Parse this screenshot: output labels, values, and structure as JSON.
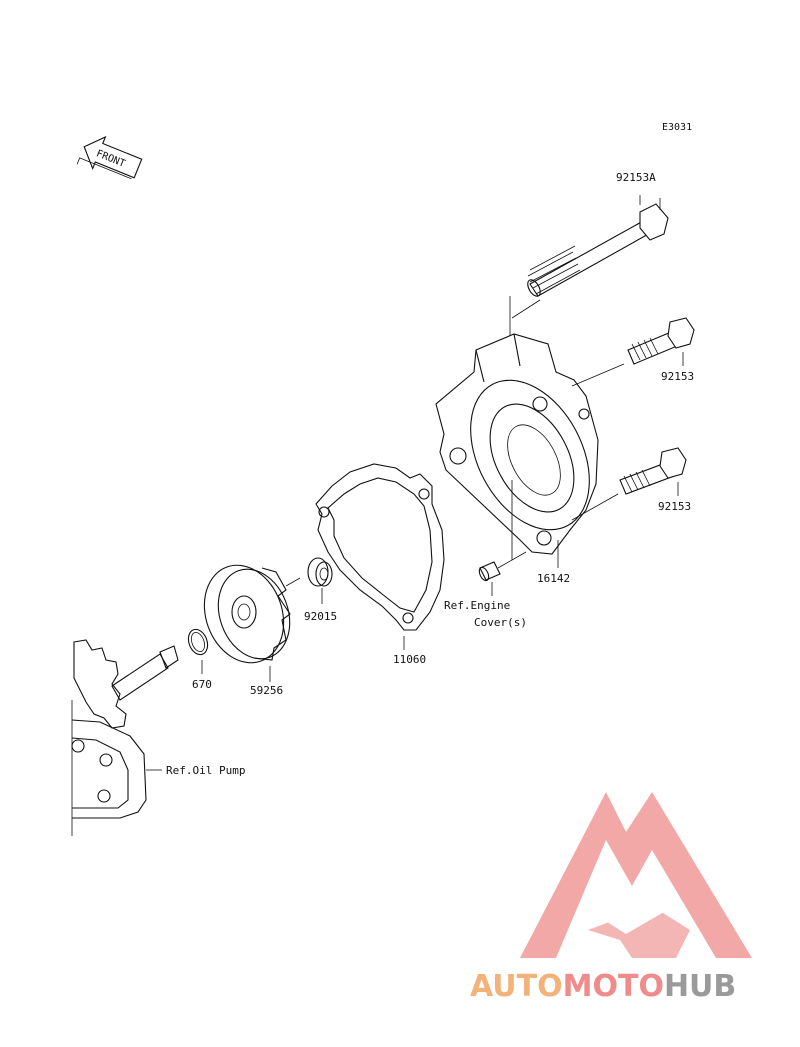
{
  "diagram_code": "E3031",
  "front_label": "FRONT",
  "parts": {
    "bolt_long": "92153A",
    "bolt_upper": "92153",
    "bolt_lower": "92153",
    "dowel": "16142",
    "ref_engine_line1": "Ref.Engine",
    "ref_engine_line2": "Cover(s)",
    "gasket": "11060",
    "collar": "92015",
    "impeller": "59256",
    "oring": "670",
    "ref_oil_pump": "Ref.Oil Pump"
  },
  "watermark": {
    "part1": "AUTO",
    "part2": "MOTO",
    "part3": "HUB",
    "color_auto": "#f3b27a",
    "color_moto": "#ef8b8b",
    "color_hub": "#9a9a9a"
  }
}
